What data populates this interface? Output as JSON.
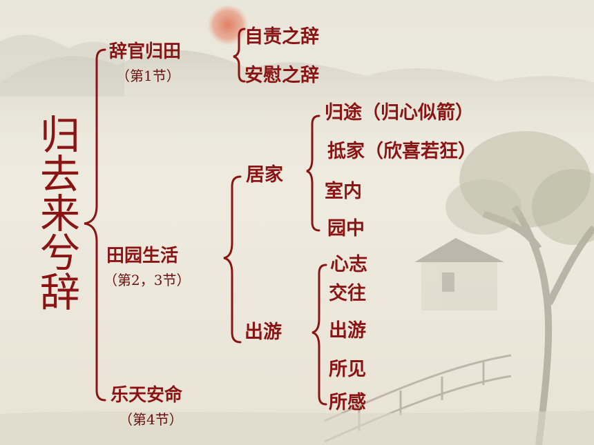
{
  "root": {
    "title_chars": [
      "归",
      "去",
      "来",
      "兮",
      "辞"
    ]
  },
  "sections": [
    {
      "label": "辞官归田",
      "sub": "（第1节）",
      "children": [
        "自责之辞",
        "安慰之辞"
      ]
    },
    {
      "label": "田园生活",
      "sub": "（第2，3节）",
      "groups": [
        {
          "label": "居家",
          "children": [
            "归途（归心似箭）",
            "抵家（欣喜若狂）",
            "室内",
            "园中"
          ]
        },
        {
          "label": "出游",
          "children": [
            "心志",
            "交往",
            "出游",
            "所见",
            "所感"
          ]
        }
      ]
    },
    {
      "label": "乐天安命",
      "sub": "（第4节）"
    }
  ],
  "colors": {
    "text": "#8a1414",
    "bracket": "#8a1414",
    "background": "#ece8dc"
  }
}
